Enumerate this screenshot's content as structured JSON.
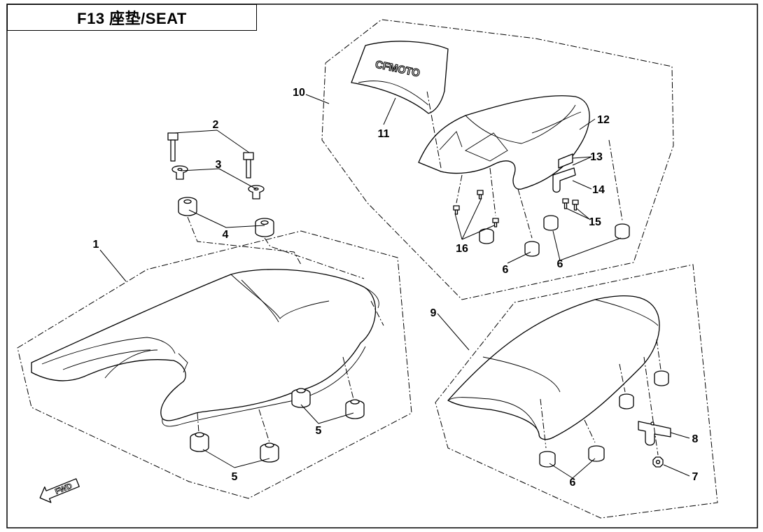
{
  "title": "F13  座垫/SEAT",
  "logo": "CFMOTO",
  "fwd_label": "FWD",
  "callouts": [
    "1",
    "2",
    "3",
    "4",
    "5",
    "5",
    "6",
    "6",
    "6",
    "7",
    "8",
    "9",
    "10",
    "11",
    "12",
    "13",
    "14",
    "15",
    "16"
  ]
}
